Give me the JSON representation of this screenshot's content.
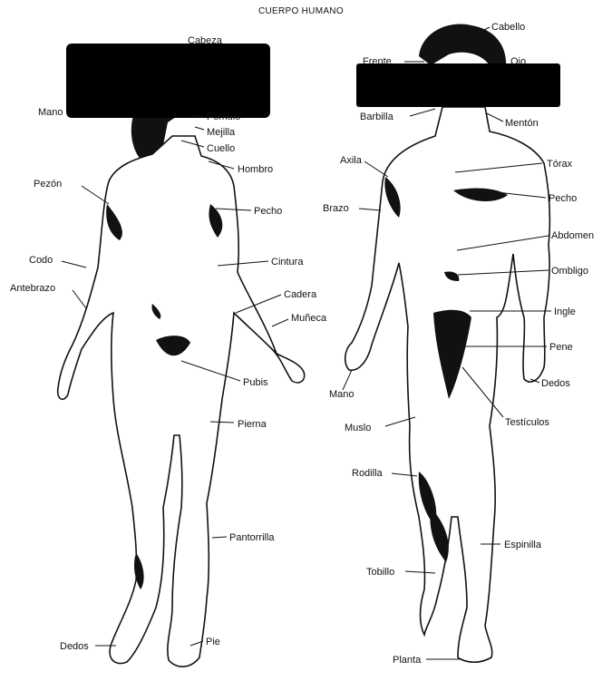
{
  "title": "CUERPO HUMANO",
  "female_labels": [
    "Cabeza",
    "Mano",
    "Pómulo",
    "Mejilla",
    "Cuello",
    "Hombro",
    "Pezón",
    "Pecho",
    "Codo",
    "Cintura",
    "Antebrazo",
    "Cadera",
    "Muñeca",
    "Pubis",
    "Pierna",
    "Pantorrilla",
    "Dedos",
    "Pie"
  ],
  "male_labels": [
    "Cabello",
    "Frente",
    "Ojo",
    "Barbilla",
    "Mentón",
    "Axila",
    "Tórax",
    "Brazo",
    "Pecho",
    "Abdomen",
    "Ombligo",
    "Ingle",
    "Pene",
    "Mano",
    "Dedos",
    "Muslo",
    "Testículos",
    "Rodilla",
    "Espinilla",
    "Tobillo",
    "Planta"
  ],
  "redactions": [
    {
      "name": "female-face-redaction-box",
      "color": "#000000"
    },
    {
      "name": "male-face-redaction-box",
      "color": "#000000"
    }
  ]
}
